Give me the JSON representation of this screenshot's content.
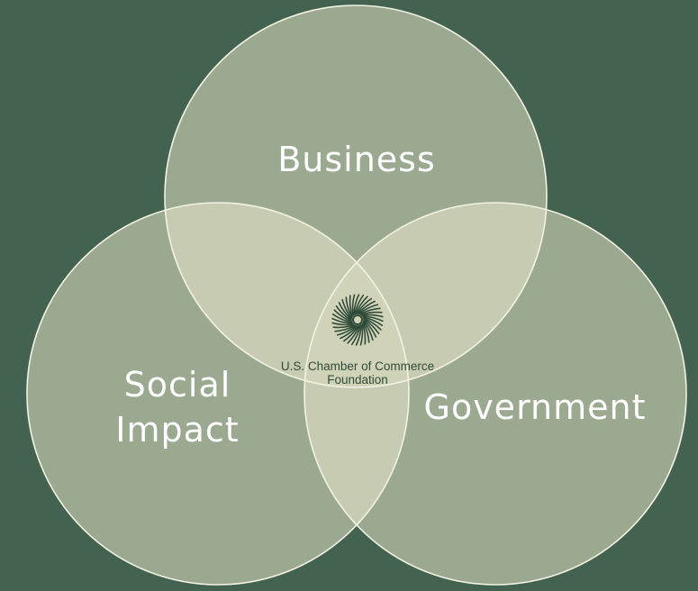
{
  "diagram": {
    "sets": [
      {
        "label_lines": [
          "Business"
        ]
      },
      {
        "label_lines": [
          "Social",
          "Impact"
        ]
      },
      {
        "label_lines": [
          "Government"
        ]
      }
    ],
    "center": {
      "logo": "spiral-logo-icon",
      "org_line1": "U.S. Chamber of Commerce",
      "org_line2": "Foundation"
    }
  },
  "colors": {
    "background": "#43624f",
    "circle_fill": "#aeb9a0",
    "circle_stroke": "#f3f2e4",
    "overlap_fill": "#c7cbb2",
    "label_text": "#ffffff",
    "center_text": "#2f4a39"
  }
}
